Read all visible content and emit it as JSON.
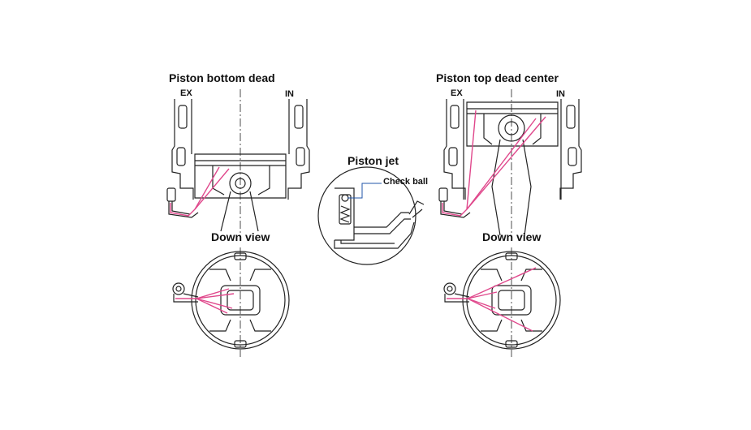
{
  "labels": {
    "left_title": "Piston bottom dead",
    "right_title": "Piston top dead center",
    "center_title": "Piston jet",
    "check_ball": "Check ball",
    "ex": "EX",
    "in": "IN",
    "down_view": "Down view"
  },
  "colors": {
    "line": "#222222",
    "oil_spray": "#e0488c",
    "callout": "#2255aa"
  }
}
